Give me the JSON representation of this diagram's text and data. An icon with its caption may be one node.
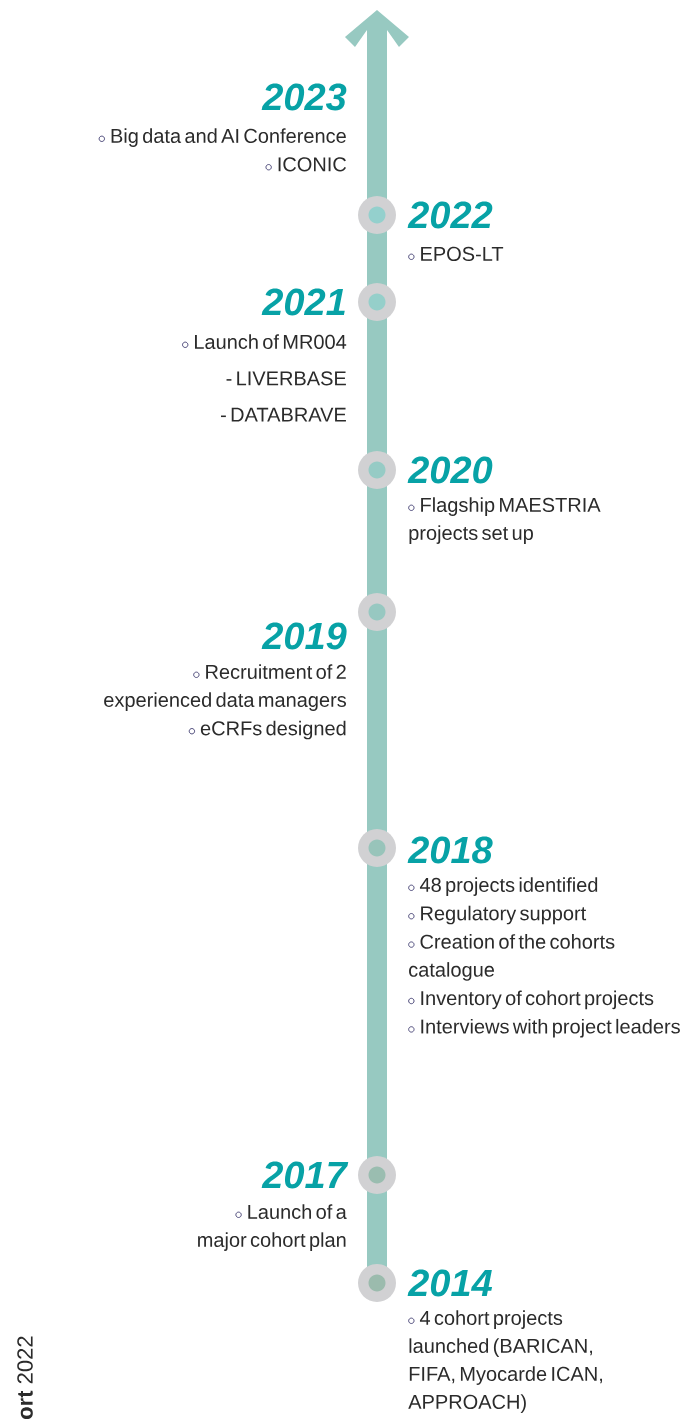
{
  "diagram": {
    "nodes": [
      {
        "text": [],
        "shape": "circle",
        "beside": [
          "2022",
          "EPOS-LT"
        ]
      },
      {
        "text": [],
        "shape": "circle",
        "beside": [
          "2021",
          "Launch of MR004",
          "- LIVERBASE",
          "- DATABRAVE"
        ]
      },
      {
        "text": [],
        "shape": "circle",
        "beside": [
          "2020",
          "Flagship MAESTRIA projects set up"
        ]
      },
      {
        "text": [],
        "shape": "circle",
        "beside": [
          "2019",
          "Recruitment of 2 experienced data managers",
          "eCRFs designed"
        ]
      },
      {
        "text": [],
        "shape": "circle",
        "beside": [
          "2018",
          "48 projects identified",
          "Regulatory support",
          "Creation of the cohorts catalogue",
          "Inventory of cohort projects",
          "Interviews with project leaders"
        ]
      },
      {
        "text": [],
        "shape": "circle",
        "beside": [
          "2017",
          "Launch of a major cohort plan"
        ]
      },
      {
        "text": [],
        "shape": "circle",
        "beside": [
          "2014",
          "4 cohort projects launched (BARICAN, FIFA, Myocarde ICAN, APPROACH)"
        ]
      }
    ],
    "labels": [
      "2023",
      "Big data and AI Conference",
      "ICONIC",
      "**ort** 2022"
    ]
  }
}
